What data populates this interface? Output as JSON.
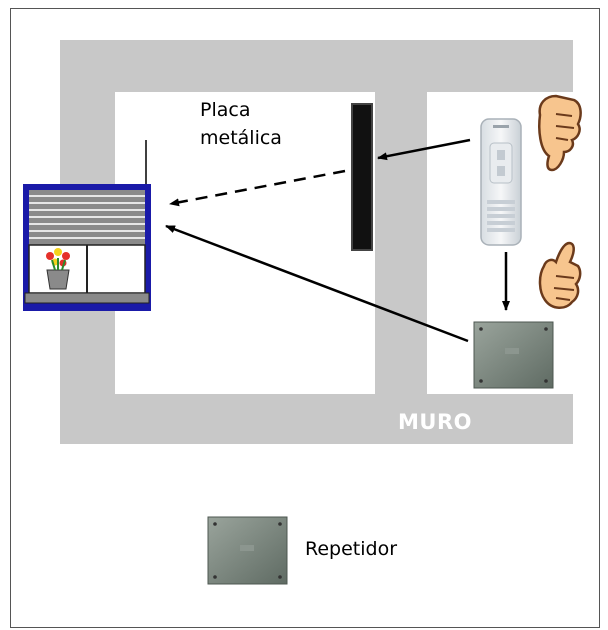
{
  "labels": {
    "metal_plate": "Placa\nmetálica",
    "wall": "MURO",
    "repeater_legend": "Repetidor"
  },
  "colors": {
    "wall": "#c8c8c8",
    "room": "#ffffff",
    "metal_plate": "#111111",
    "window_frame": "#1a1aa8",
    "shutter": "#8a8a8a",
    "repeater_box": "#7e8a80",
    "hand_skin": "#f7c58e"
  },
  "icons": [
    "window-with-shutter-icon",
    "remote-control-icon",
    "repeater-icon",
    "thumbs-down-icon",
    "thumbs-up-icon"
  ]
}
